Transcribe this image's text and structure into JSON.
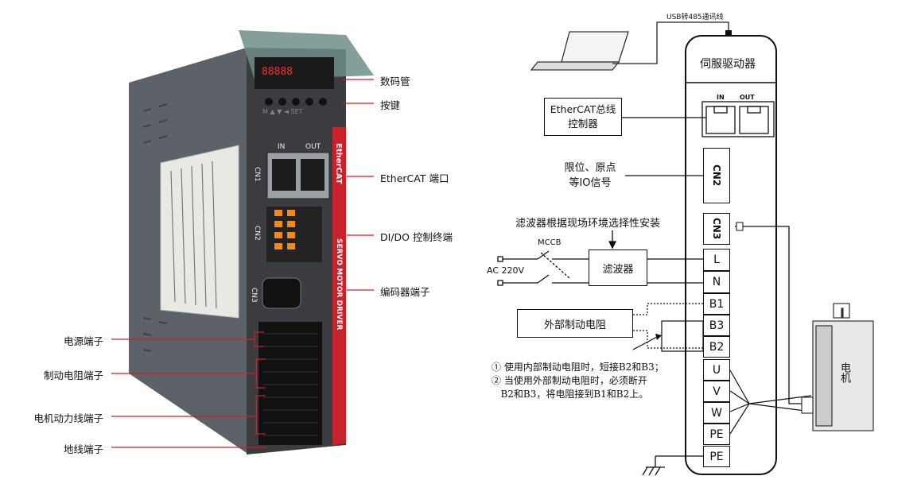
{
  "product_photo": {
    "front_labels": {
      "in": "IN",
      "out": "OUT",
      "cn1": "CN1",
      "cn2": "CN2",
      "cn3": "CN3",
      "brand_strip": "EtherCAT",
      "side_text": "SERVO MOTOR DRIVER",
      "keys": "M ▲ ▼ ◄ SET",
      "display": "88888"
    },
    "callouts_right": {
      "display": "数码管",
      "keys": "按键",
      "ethercat_port": "EtherCAT 端口",
      "dido": "DI/DO 控制终端",
      "encoder": "编码器端子"
    },
    "callouts_left": {
      "power": "电源端子",
      "brake_resistor": "制动电阻端子",
      "motor_power": "电机动力线端子",
      "ground": "地线端子"
    },
    "colors": {
      "body": "#5d6168",
      "front": "#3a3c40",
      "strip": "#c8222c",
      "callout_line": "#c8222c"
    }
  },
  "wiring": {
    "usb_label": "USB转485通讯线",
    "driver_title": "伺服驱动器",
    "in_label": "IN",
    "out_label": "OUT",
    "ethercat_box": [
      "EtherCAT总线",
      "控制器"
    ],
    "limit_text": [
      "限位、原点",
      "等IO信号"
    ],
    "cn2": "CN2",
    "cn3": "CN3",
    "filter_caption": "滤波器根据现场环境选择性安装",
    "mccb": "MCCB",
    "ac": "AC 220V",
    "filter": "滤波器",
    "external_resistor": "外部制动电阻",
    "terminals": [
      "L",
      "N",
      "B1",
      "B3",
      "B2",
      "U",
      "V",
      "W",
      "PE",
      "PE"
    ],
    "motor": "电机",
    "notes": [
      "① 使用内部制动电阻时，短接B2和B3；",
      "② 当使用外部制动电阻时，必须断开",
      "   B2和B3，将电阻接到B1和B2上。"
    ]
  }
}
